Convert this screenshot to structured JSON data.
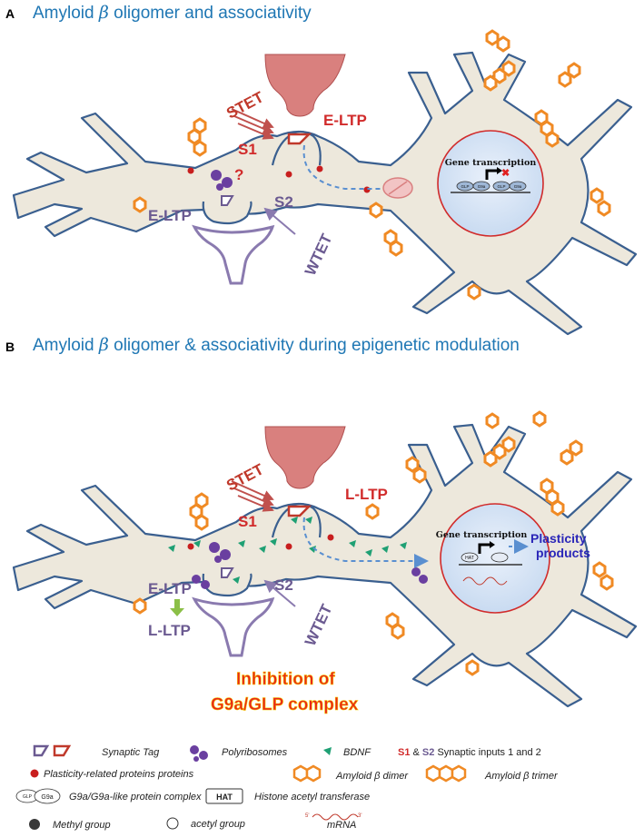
{
  "panel_a": {
    "letter": "A",
    "title_pre": "Amyloid ",
    "title_beta": "β",
    "title_post": " oligomer and associativity",
    "stet": "STET",
    "s1": "S1",
    "e_ltp_top": "E-LTP",
    "e_ltp_bottom": "E-LTP",
    "s2": "S2",
    "wtet": "WTET",
    "question": "?",
    "gene_transcription": "Gene transcription",
    "glp": "GLP",
    "g9a": "G9a"
  },
  "panel_b": {
    "letter": "B",
    "title_pre": "Amyloid ",
    "title_beta": "β",
    "title_post": " oligomer & associativity during epigenetic modulation",
    "stet": "STET",
    "s1": "S1",
    "l_ltp_top": "L-LTP",
    "e_ltp": "E-LTP",
    "l_ltp_bottom": "L-LTP",
    "s2": "S2",
    "wtet": "WTET",
    "inhibition_line1": "Inhibition of",
    "inhibition_line2": "G9a/GLP complex",
    "gene_transcription": "Gene transcription",
    "hat": "HAT",
    "plasticity_line1": "Plasticity",
    "plasticity_line2": "products"
  },
  "legend": {
    "synaptic_tag": "Synaptic Tag",
    "polyribosomes": "Polyribosomes",
    "bdnf": "BDNF",
    "s1": "S1",
    "amp": " & ",
    "s2": "S2",
    "synaptic_inputs": " Synaptic inputs 1 and 2",
    "prp": "Plasticity-related proteins proteins",
    "dimer": "Amyloid β dimer",
    "trimer": "Amyloid β trimer",
    "glp": "GLP",
    "g9a": "G9a",
    "complex": "G9a/G9a-like protein complex",
    "hat": "HAT",
    "hat_desc": "Histone acetyl transferase",
    "methyl": "Methyl group",
    "acetyl": "acetyl group",
    "mrna_5": "5'",
    "mrna_3": "3'",
    "mrna": "mRNA"
  },
  "colors": {
    "title_blue": "#1f77b4",
    "membrane": "#3a5f8f",
    "cytoplasm": "#ede8dc",
    "red_label": "#d12b2b",
    "purple_label": "#6b5a91",
    "presyn_red": "#d9807e",
    "presyn_purple": "#b7a9cc",
    "amyloid_orange": "#f08a24",
    "bdnf_green": "#1fa074",
    "polyribo_purple": "#6a3fa0",
    "dot_red": "#c81e1e"
  }
}
